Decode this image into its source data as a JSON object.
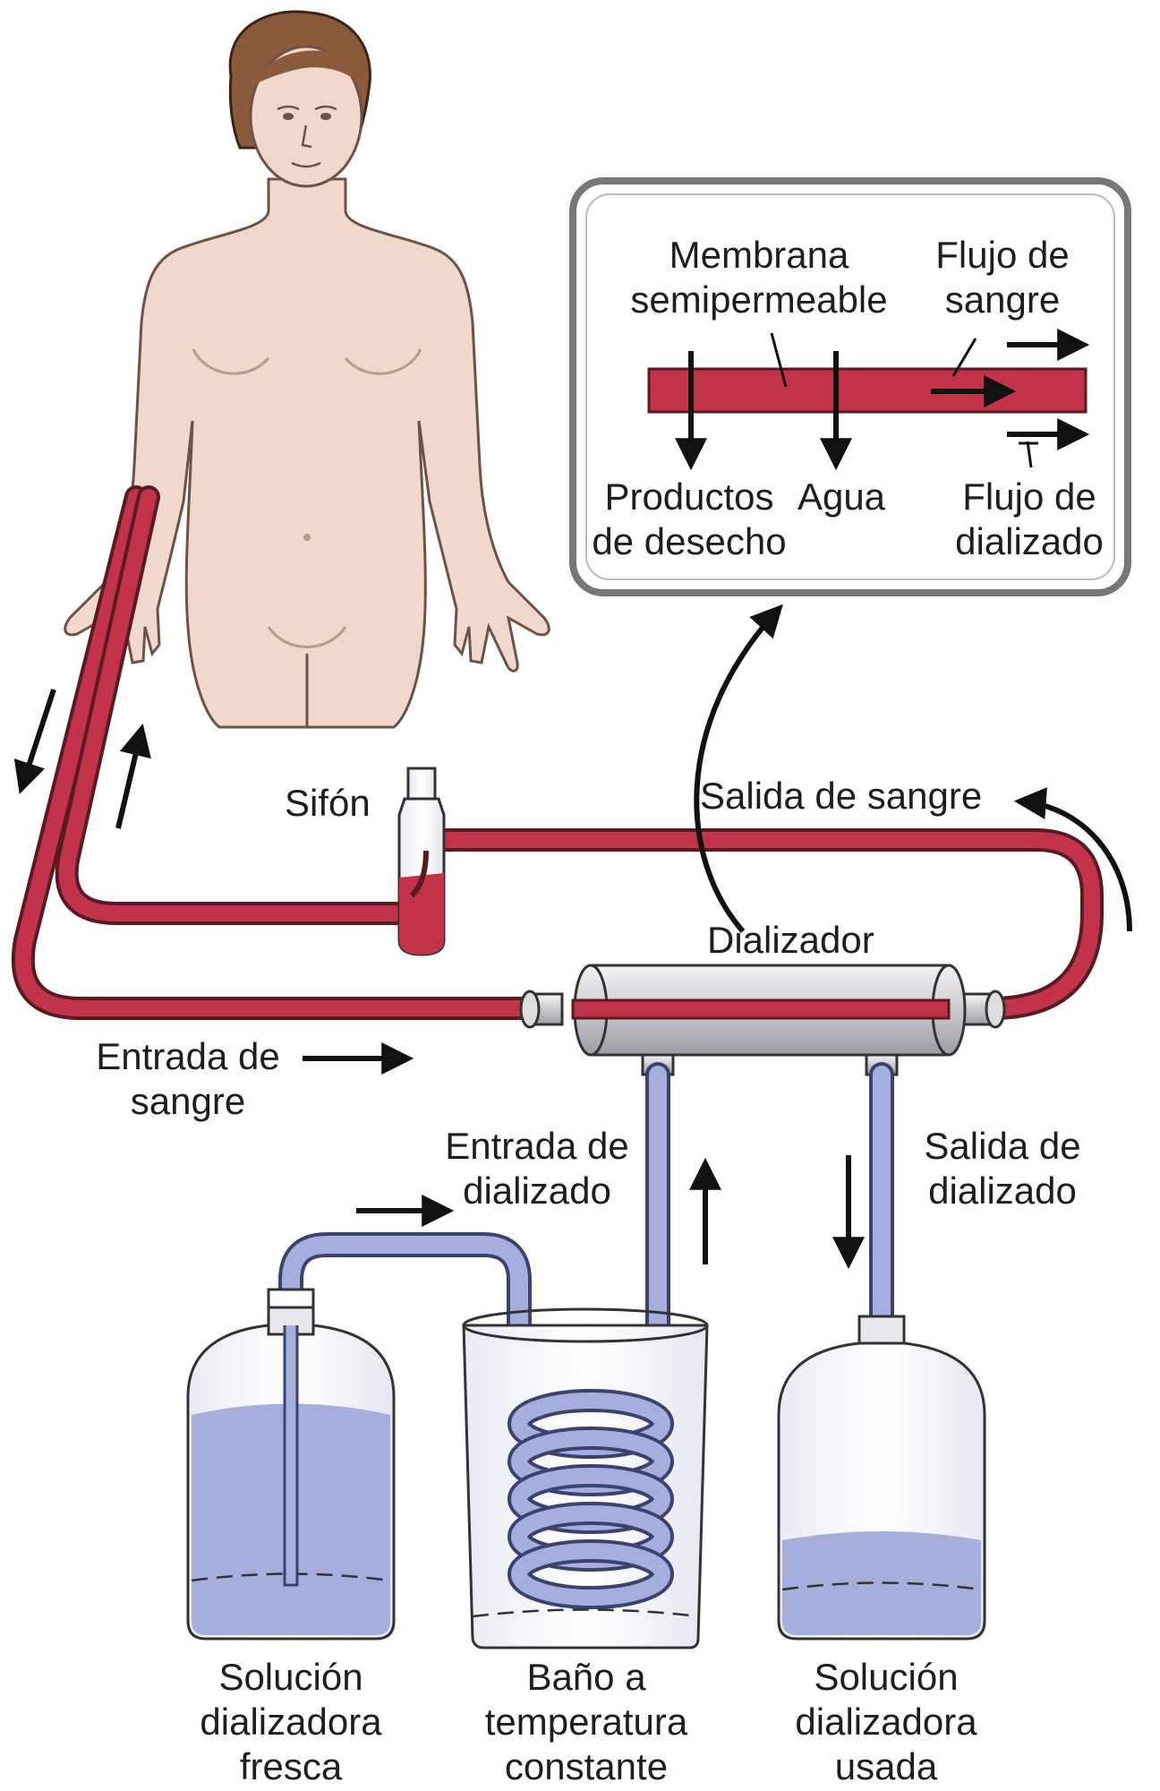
{
  "inset": {
    "membrane_label": "Membrana\nsemipermeable",
    "blood_flow_label": "Flujo de\nsangre",
    "waste_label": "Productos\nde desecho",
    "water_label": "Agua",
    "dialysate_flow_label": "Flujo de\ndializado"
  },
  "labels": {
    "siphon": "Sifón",
    "blood_out": "Salida de sangre",
    "dialyzer": "Dializador",
    "blood_in": "Entrada de\nsangre",
    "dialysate_in": "Entrada de\ndializado",
    "dialysate_out": "Salida de\ndializado",
    "fresh_solution": "Solución\ndializadora\nfresca",
    "bath": "Baño a\ntemperatura\nconstante",
    "used_solution": "Solución\ndializadora\nusada"
  },
  "colors": {
    "blood": "#c2334a",
    "blood_dark": "#5a1a22",
    "dialysate": "#a5aedc",
    "dialysate_dark": "#3b4270",
    "skin": "#f1d8cc",
    "hair": "#8a5a3a",
    "metal": "#d8d8dc"
  }
}
